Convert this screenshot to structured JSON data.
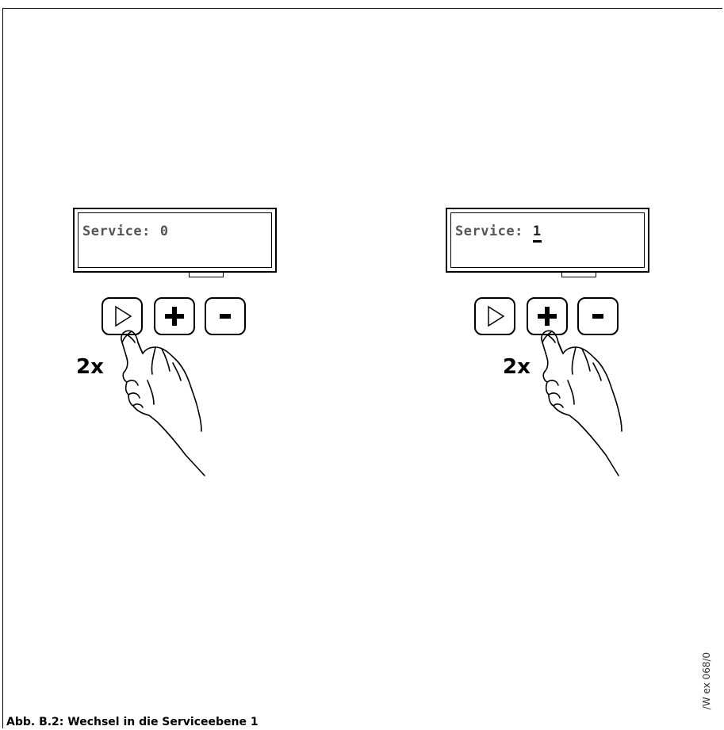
{
  "figure": {
    "caption": "Abb. B.2: Wechsel in die Serviceebene 1",
    "side_code": "/W ex 068/0"
  },
  "panels": [
    {
      "display_label": "Service:",
      "display_value": "0",
      "value_underlined": false,
      "pressed_key": "arrow",
      "press_count": "2x"
    },
    {
      "display_label": "Service:",
      "display_value": "1",
      "value_underlined": true,
      "pressed_key": "plus",
      "press_count": "2x"
    }
  ],
  "icons": {
    "arrow_key": "play-triangle-icon",
    "plus_key": "plus-icon",
    "minus_key": "minus-icon",
    "hand": "pointing-hand-icon"
  }
}
